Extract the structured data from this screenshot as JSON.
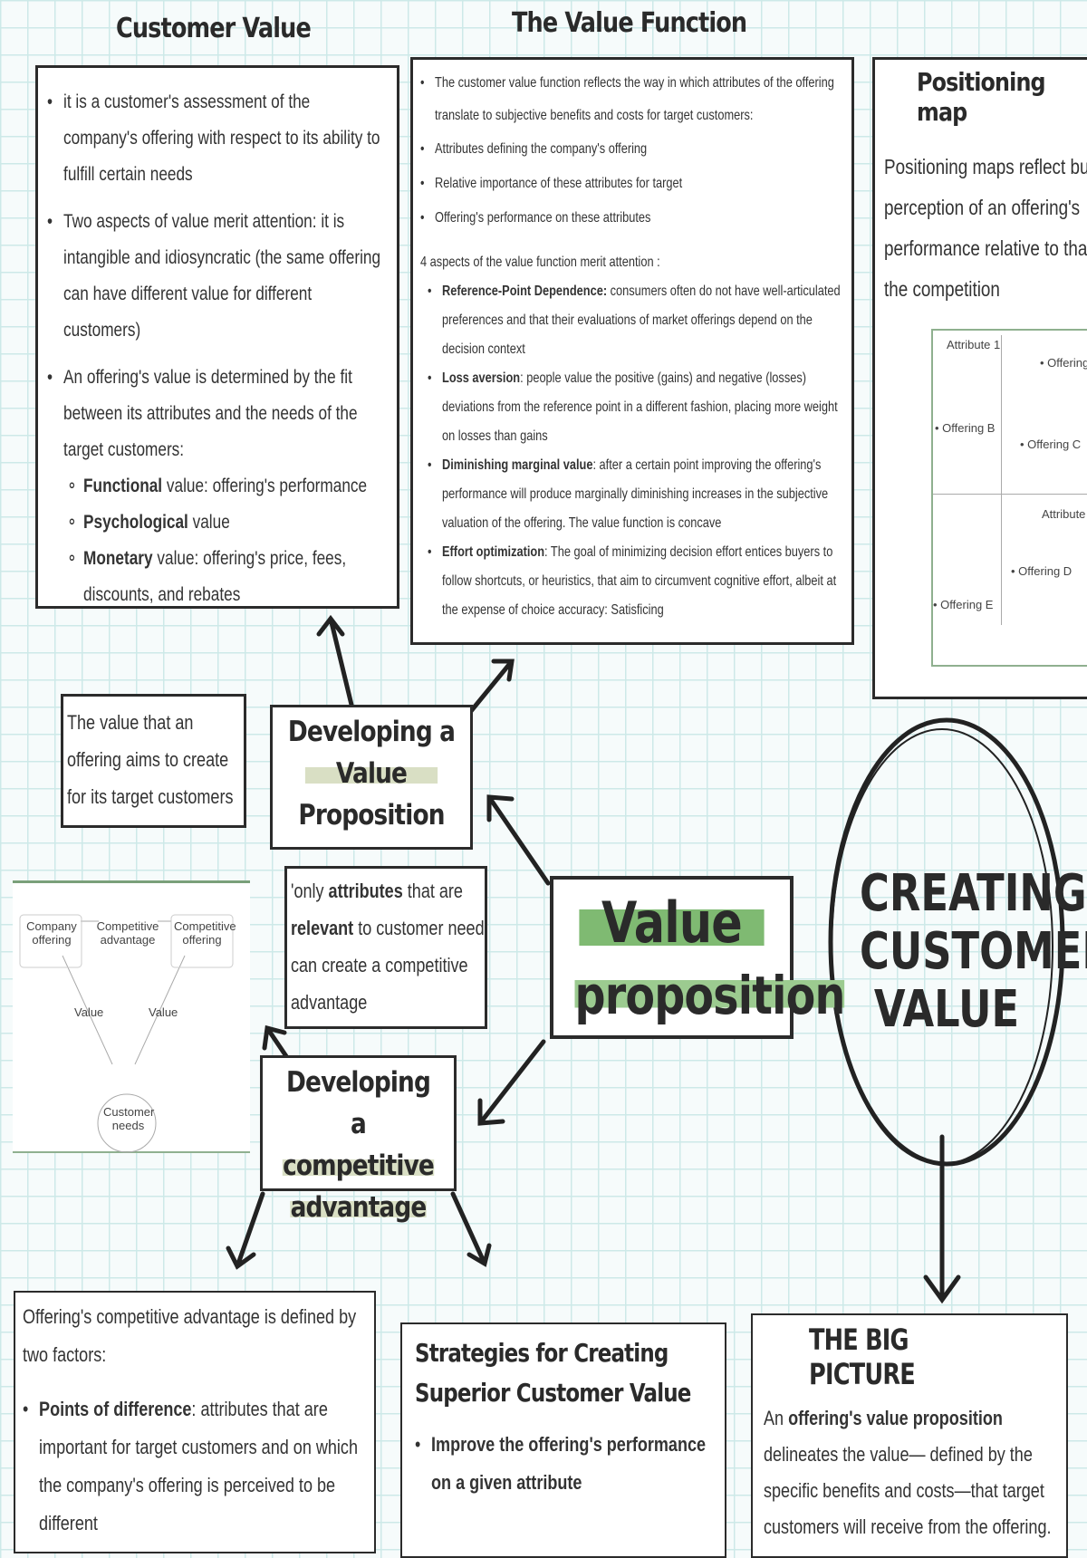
{
  "customer_value": {
    "title": "Customer Value",
    "bullets": [
      "it is a customer's assessment of the company's offering with respect to its ability to fulfill certain needs",
      "Two aspects of value merit attention: it is intangible and idiosyncratic (the same offering can have different value for different customers)",
      "An offering's value is determined by the fit between its attributes and the needs of the target customers:"
    ],
    "sub": [
      {
        "b": "Functional",
        "t": " value: offering's performance"
      },
      {
        "b": "Psychological",
        "t": " value"
      },
      {
        "b": "Monetary",
        "t": " value:  offering's price, fees, discounts, and rebates"
      }
    ]
  },
  "value_function": {
    "title": "The Value Function",
    "intro": "The customer value function reflects the way in which attributes of the offering translate to subjective benefits and costs for target customers:",
    "sub": [
      "Attributes defining the company's offering",
      "Relative importance of these attributes for target",
      "Offering's performance on these attributes"
    ],
    "aspects_heading": "4 aspects of the value function merit attention :",
    "aspects": [
      {
        "b": "Reference-Point Dependence:",
        "t": " consumers often do not have well-articulated preferences and that their evaluations of market offerings depend on the decision context"
      },
      {
        "b": "Loss aversion",
        "t": ": people value the positive (gains) and negative (losses) deviations from the reference point in a different fashion, placing more weight on losses than gains"
      },
      {
        "b": "Diminishing marginal value",
        "t": ": after a certain point improving the offering's performance will produce marginally diminishing increases in the subjective valuation of the offering. The value function is concave"
      },
      {
        "b": "Effort optimization",
        "t": ": The goal of minimizing decision effort entices buyers to follow shortcuts, or heuristics, that aim to circumvent cognitive effort, albeit at the expense of choice accuracy: Satisficing"
      }
    ]
  },
  "positioning": {
    "title": "Positioning map",
    "text": "Positioning maps reflect buyer perception of an offering's performance relative to that of the competition",
    "axis1": "Attribute 1",
    "axis2": "Attribute",
    "offerings": [
      "Offering",
      "Offering B",
      "Offering C",
      "Offering D",
      "Offering E"
    ]
  },
  "value_def": "The value that an offering aims to create for its target customers",
  "dev_value_prop": [
    "Developing a",
    "Value",
    "Proposition"
  ],
  "diagram": {
    "company": "Company offering",
    "competitive_adv": "Competitive advantage",
    "competitive": "Competitive offering",
    "value1": "Value",
    "value2": "Value",
    "needs": "Customer needs"
  },
  "only_attr": {
    "p1": "'only ",
    "b1": "attributes",
    "p2": " that are ",
    "b2": "relevant",
    "p3": " to customer needs can create a competitive advantage"
  },
  "value_prop": [
    "Value",
    "proposition"
  ],
  "dev_comp_adv": [
    "Developing a",
    "competitive",
    "advantage"
  ],
  "creating": [
    "CREATING",
    "CUSTOMER",
    "VALUE"
  ],
  "comp_adv": {
    "intro": "Offering's competitive advantage is defined by two factors:",
    "b": "Points of difference",
    "t": ": attributes that are important for target customers and on which the company's offering is perceived to be different"
  },
  "strategies": {
    "title": "Strategies for Creating Superior Customer Value",
    "bullet": "Improve the offering's performance on a given attribute"
  },
  "big_picture": {
    "title": "THE BIG PICTURE",
    "p1": "An ",
    "b": "offering's value proposition",
    "p2": " delineates the value— defined by the specific benefits and costs—that target customers will receive from the offering."
  }
}
